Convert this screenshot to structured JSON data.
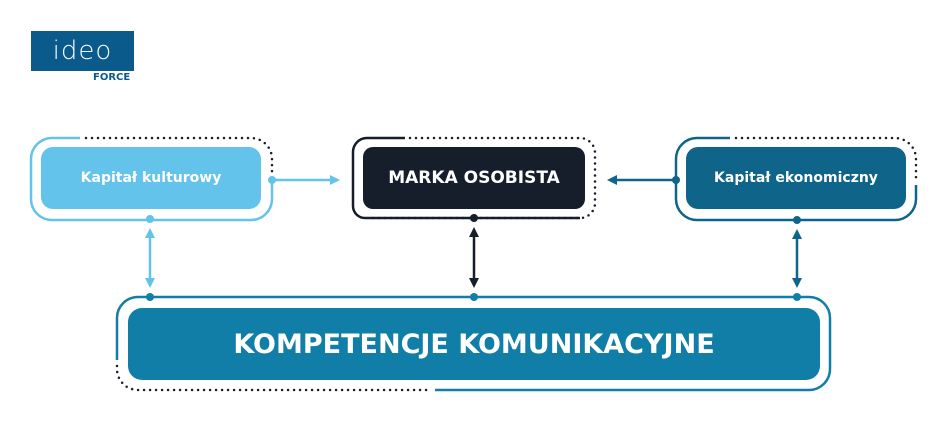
{
  "logo": {
    "brand": "ideo",
    "sub": "FORCE"
  },
  "nodes": {
    "cultural": "Kapitał kulturowy",
    "brand": "MARKA OSOBISTA",
    "economic": "Kapitał ekonomiczny",
    "competences": "KOMPETENCJE KOMUNIKACYJNE"
  },
  "colors": {
    "light": "#63c3ea",
    "dark": "#161d2b",
    "teal": "#0f6589",
    "bottom": "#107ea6",
    "logo": "#0a5a8c"
  }
}
